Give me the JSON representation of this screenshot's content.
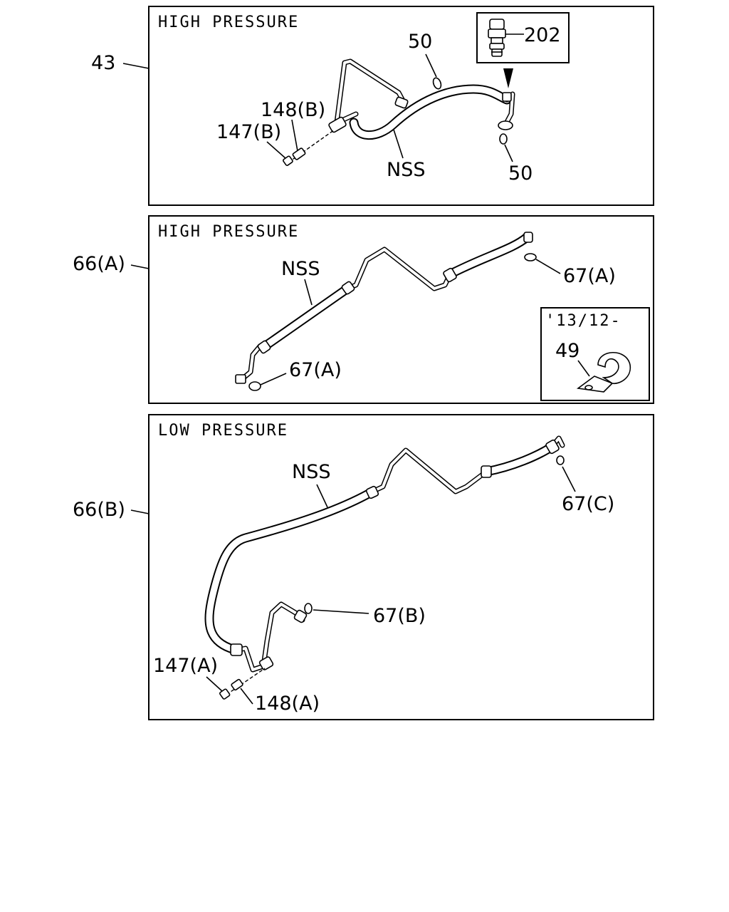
{
  "panels": {
    "high_pressure_1": {
      "title": "HIGH PRESSURE",
      "ref": "43",
      "labels": {
        "switch": "202",
        "oring_top": "50",
        "bolt_b": "148(B)",
        "nut_b": "147(B)",
        "hose": "NSS",
        "oring_bottom": "50"
      }
    },
    "high_pressure_2": {
      "title": "HIGH PRESSURE",
      "ref": "66(A)",
      "labels": {
        "hose": "NSS",
        "oring_right": "67(A)",
        "oring_left": "67(A)"
      },
      "inset": {
        "date": "'13/12-",
        "clip": "49"
      }
    },
    "low_pressure": {
      "title": "LOW PRESSURE",
      "ref": "66(B)",
      "labels": {
        "hose": "NSS",
        "oring_right": "67(C)",
        "oring_mid": "67(B)",
        "nut_a": "147(A)",
        "bolt_a": "148(A)"
      }
    }
  },
  "colors": {
    "line": "#000000",
    "background": "#ffffff"
  }
}
